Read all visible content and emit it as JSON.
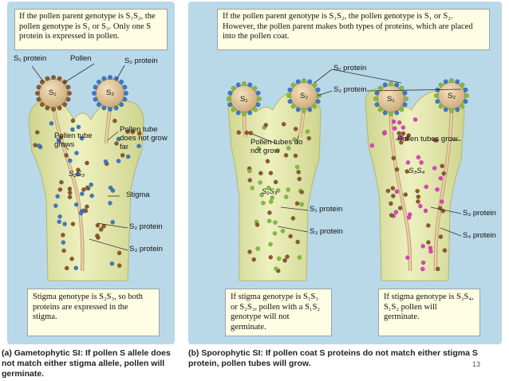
{
  "panel_a": {
    "top_text": "If the pollen parent genotype is S₁S₂, the pollen genotype is S₁ or S₂. Only one S protein is expressed in pollen.",
    "labels": {
      "s1_protein": "S₁ protein",
      "pollen": "Pollen",
      "s2_protein_top": "S₂ protein",
      "grain_s1": "S₁",
      "grain_s2": "S₂",
      "tube_grows": "Pollen tube grows",
      "tube_not_far": "Pollen tube does not grow far",
      "stigma_genotype": "S₂S₃",
      "stigma": "Stigma",
      "s2_protein": "S₂ protein",
      "s3_protein": "S₃ protein"
    },
    "bottom_text": "Stigma genotype is S₂S₃, so both proteins are expressed in the stigma.",
    "caption": "(a) Gametophytic SI: If pollen S allele does not match either stigma allele, pollen will germinate."
  },
  "panel_b": {
    "top_text": "If the pollen parent genotype is S₁S₂, the pollen genotype is S₁ or S₂. However, the pollen parent makes both types of proteins, which are placed into the pollen coat.",
    "labels": {
      "s1_protein_top": "S₁ protein",
      "s2_protein_top": "S₂ protein",
      "grain1_s1": "S₁",
      "grain1_s2": "S₂",
      "grain2_s1": "S₁",
      "grain2_s2": "S₂",
      "tubes_no_grow": "Pollen tubes do not grow",
      "stigma1_genotype": "S₁S₃",
      "s1_protein": "S₁ protein",
      "s3_protein_left": "S₃ protein",
      "tubes_grow": "Pollen tubes grow",
      "stigma2_genotype": "S₃S₄",
      "s3_protein_right": "S₃ protein",
      "s4_protein": "S₄ protein"
    },
    "bottom_text_1": "If stigma genotype is S₁S₃ or S₂S₃, pollen with a S₁S₂ genotype will not germinate.",
    "bottom_text_2": "If stigma genotype is S₃S₄, S₁S₂ pollen will germinate.",
    "caption": "(b) Sporophytic SI: If pollen coat S proteins do not match either stigma S protein, pollen tubes will grow."
  },
  "slide_number": "13",
  "colors": {
    "panel_bg": "#b9d8e8",
    "stigma_fill": "#dfe3a4",
    "pollen_fill": "#e8d2a6",
    "blue_protein": "#3d78c6",
    "brown_protein": "#8a5a2c",
    "green_protein": "#7fbf3a",
    "pink_protein": "#e040c0"
  }
}
